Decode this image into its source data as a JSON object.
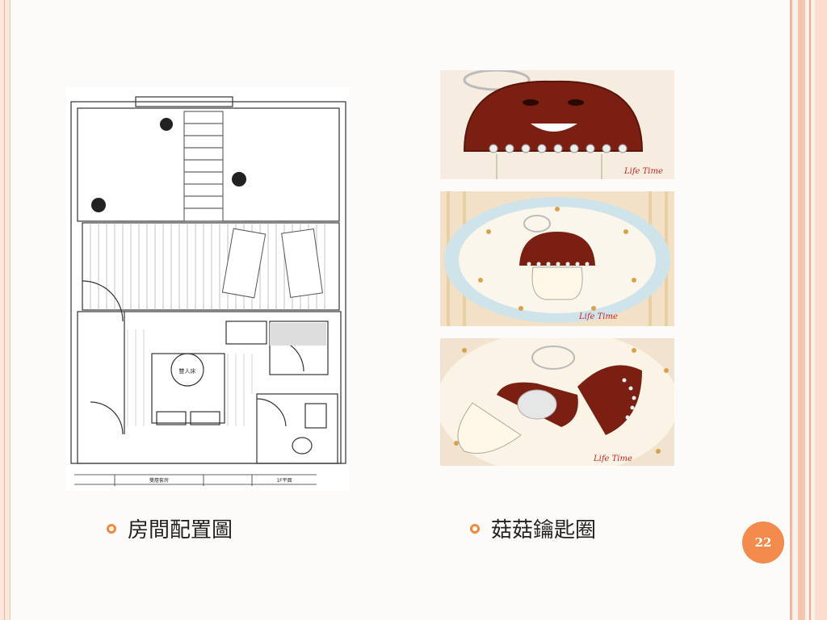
{
  "captions": {
    "left": "房間配置圖",
    "right": "菇菇鑰匙圈"
  },
  "page_number": "22",
  "floorplan": {
    "table_label": "雙人床",
    "title_block": [
      "雙層套房",
      "1F平面"
    ]
  },
  "photos": {
    "brand": "Life Time"
  },
  "colors": {
    "accent": "#f28b4b",
    "bullet": "#f08a3c",
    "mushroom_cap": "#7a1f12"
  }
}
